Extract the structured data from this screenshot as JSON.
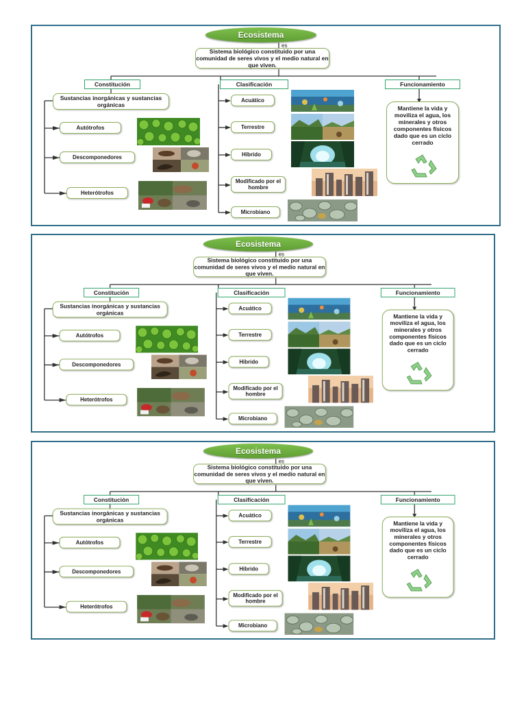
{
  "diagram": {
    "title": "Ecosistema",
    "connector": "es",
    "definition": "Sistema biológico constituido por una comunidad de seres vivos y el medio natural en que viven.",
    "constitucion": {
      "heading": "Constitución",
      "sustancias": "Sustancias inorgánicas y sustancias orgánicas",
      "items": [
        "Autótrofos",
        "Descomponedores",
        "Heterótrofos"
      ]
    },
    "clasificacion": {
      "heading": "Clasificación",
      "items": [
        "Acuático",
        "Terrestre",
        "Híbrido",
        "Modificado por el hombre",
        "Microbiano"
      ]
    },
    "funcionamiento": {
      "heading": "Funcionamiento",
      "text": "Mantiene la vida y moviliza el agua, los minerales y otros componentes físicos dado que es un ciclo cerrado"
    }
  },
  "icons": [
    "autotrofos-photo-icon",
    "descomponedores-photo-icon",
    "heterotrofos-photo-icon",
    "acuatico-photo-icon",
    "terrestre-photo-icon",
    "hibrido-photo-icon",
    "urbano-photo-icon",
    "microbiano-photo-icon",
    "recycle-icon"
  ],
  "colors": {
    "panel_border": "#2f6e8a",
    "title_green": "#6aab3c",
    "heading_border": "#2fa36a",
    "node_border": "#8cae5a"
  }
}
